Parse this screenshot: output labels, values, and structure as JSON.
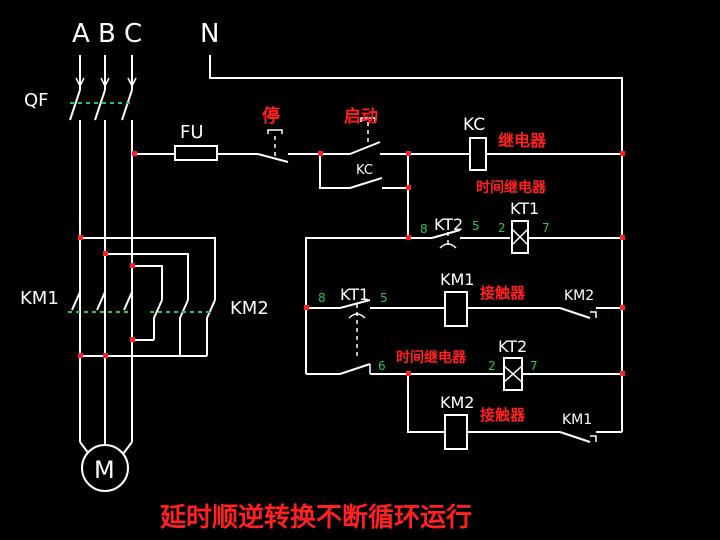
{
  "phases": {
    "a": "A",
    "b": "B",
    "c": "C",
    "n": "N"
  },
  "labels": {
    "qf": "QF",
    "fu": "FU",
    "stop": "停",
    "start": "启动",
    "kc_coil": "KC",
    "kc_contact": "KC",
    "kc_desc": "继电器",
    "time_relay": "时间继电器",
    "time_relay2": "时间继电器",
    "kt1_coil": "KT1",
    "kt2_coil": "KT2",
    "kt2_contact": "KT2",
    "kt1_contact": "KT1",
    "km1_main": "KM1",
    "km2_main": "KM2",
    "km1_coil": "KM1",
    "km2_coil": "KM2",
    "km2_interlock": "KM2",
    "km1_interlock": "KM1",
    "contactor1": "接触器",
    "contactor2": "接触器",
    "motor": "M",
    "title": "延时顺逆转换不断循环运行"
  },
  "pins": {
    "kt2_8": "8",
    "kt2_5": "5",
    "kt1c_8": "8",
    "kt1c_5": "5",
    "kt1c_6": "6",
    "kt1_2": "2",
    "kt1_7": "7",
    "kt2_2": "2",
    "kt2_7": "7"
  },
  "colors": {
    "wire": "#ffffff",
    "node": "#ff2020",
    "mechanical_link": "#22c55e",
    "annotation": "#ff2020"
  }
}
